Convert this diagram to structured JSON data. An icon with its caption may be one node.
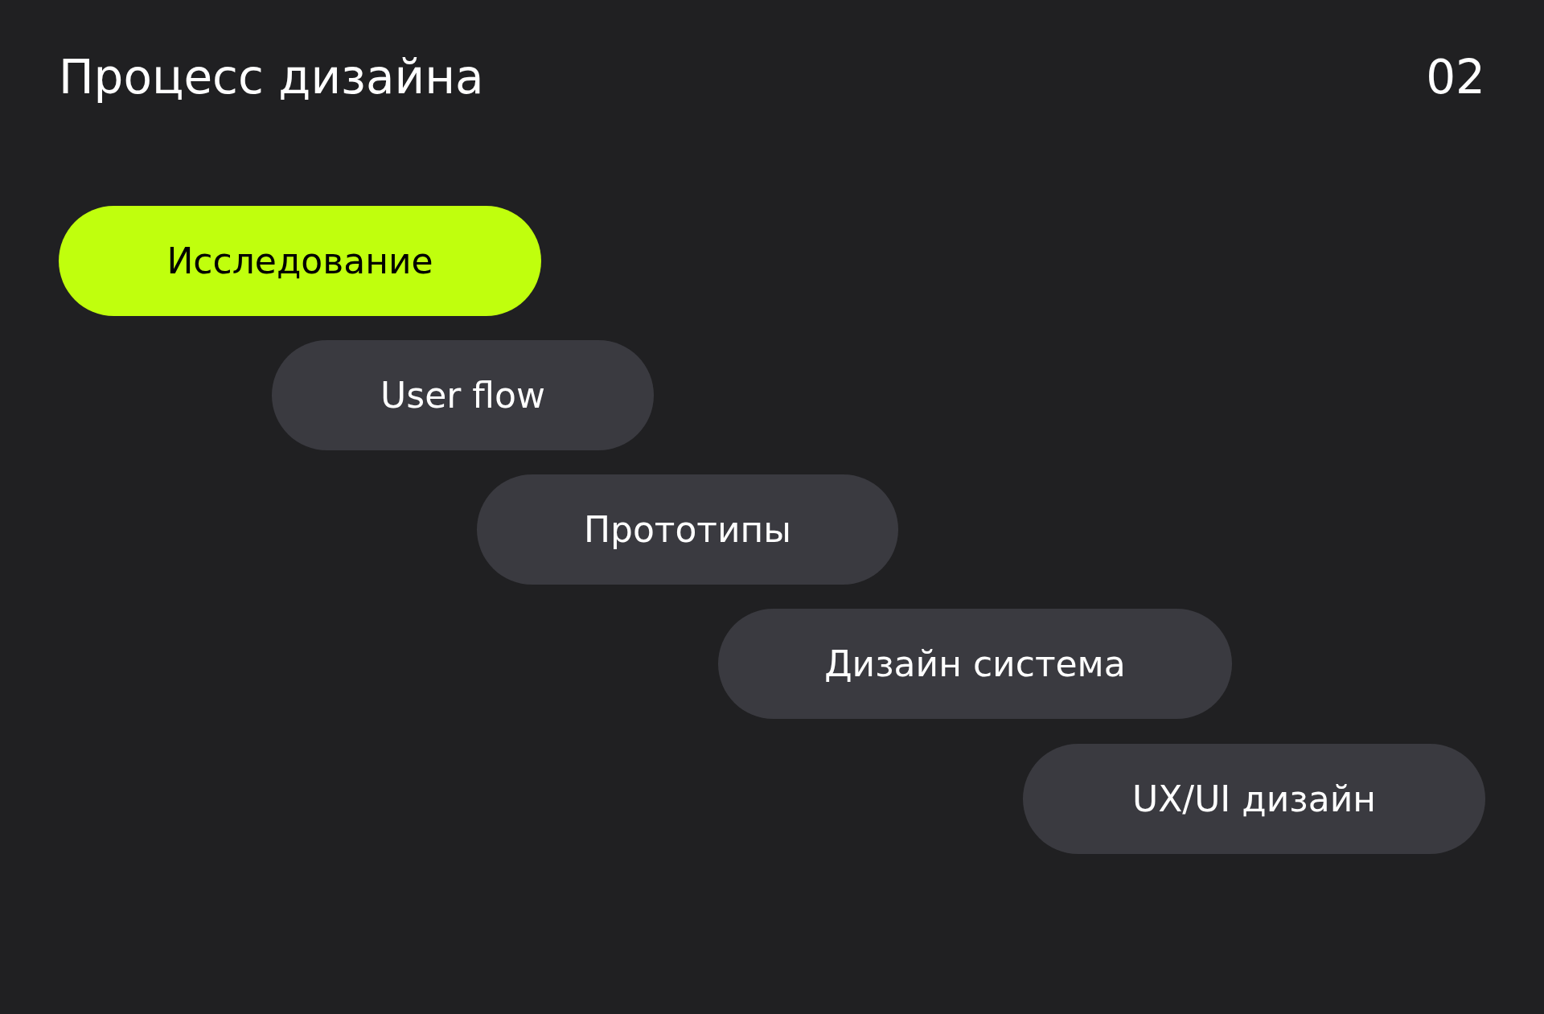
{
  "diagram": {
    "title": "Процесс дизайна",
    "nodes": [
      {
        "text": [
          "Исследование"
        ]
      },
      {
        "text": [
          "User flow"
        ]
      },
      {
        "text": [
          "Прототипы"
        ]
      },
      {
        "text": [
          "Дизайн система"
        ]
      },
      {
        "text": [
          "UX/UI дизайн"
        ]
      }
    ],
    "labels": [
      "02"
    ]
  }
}
